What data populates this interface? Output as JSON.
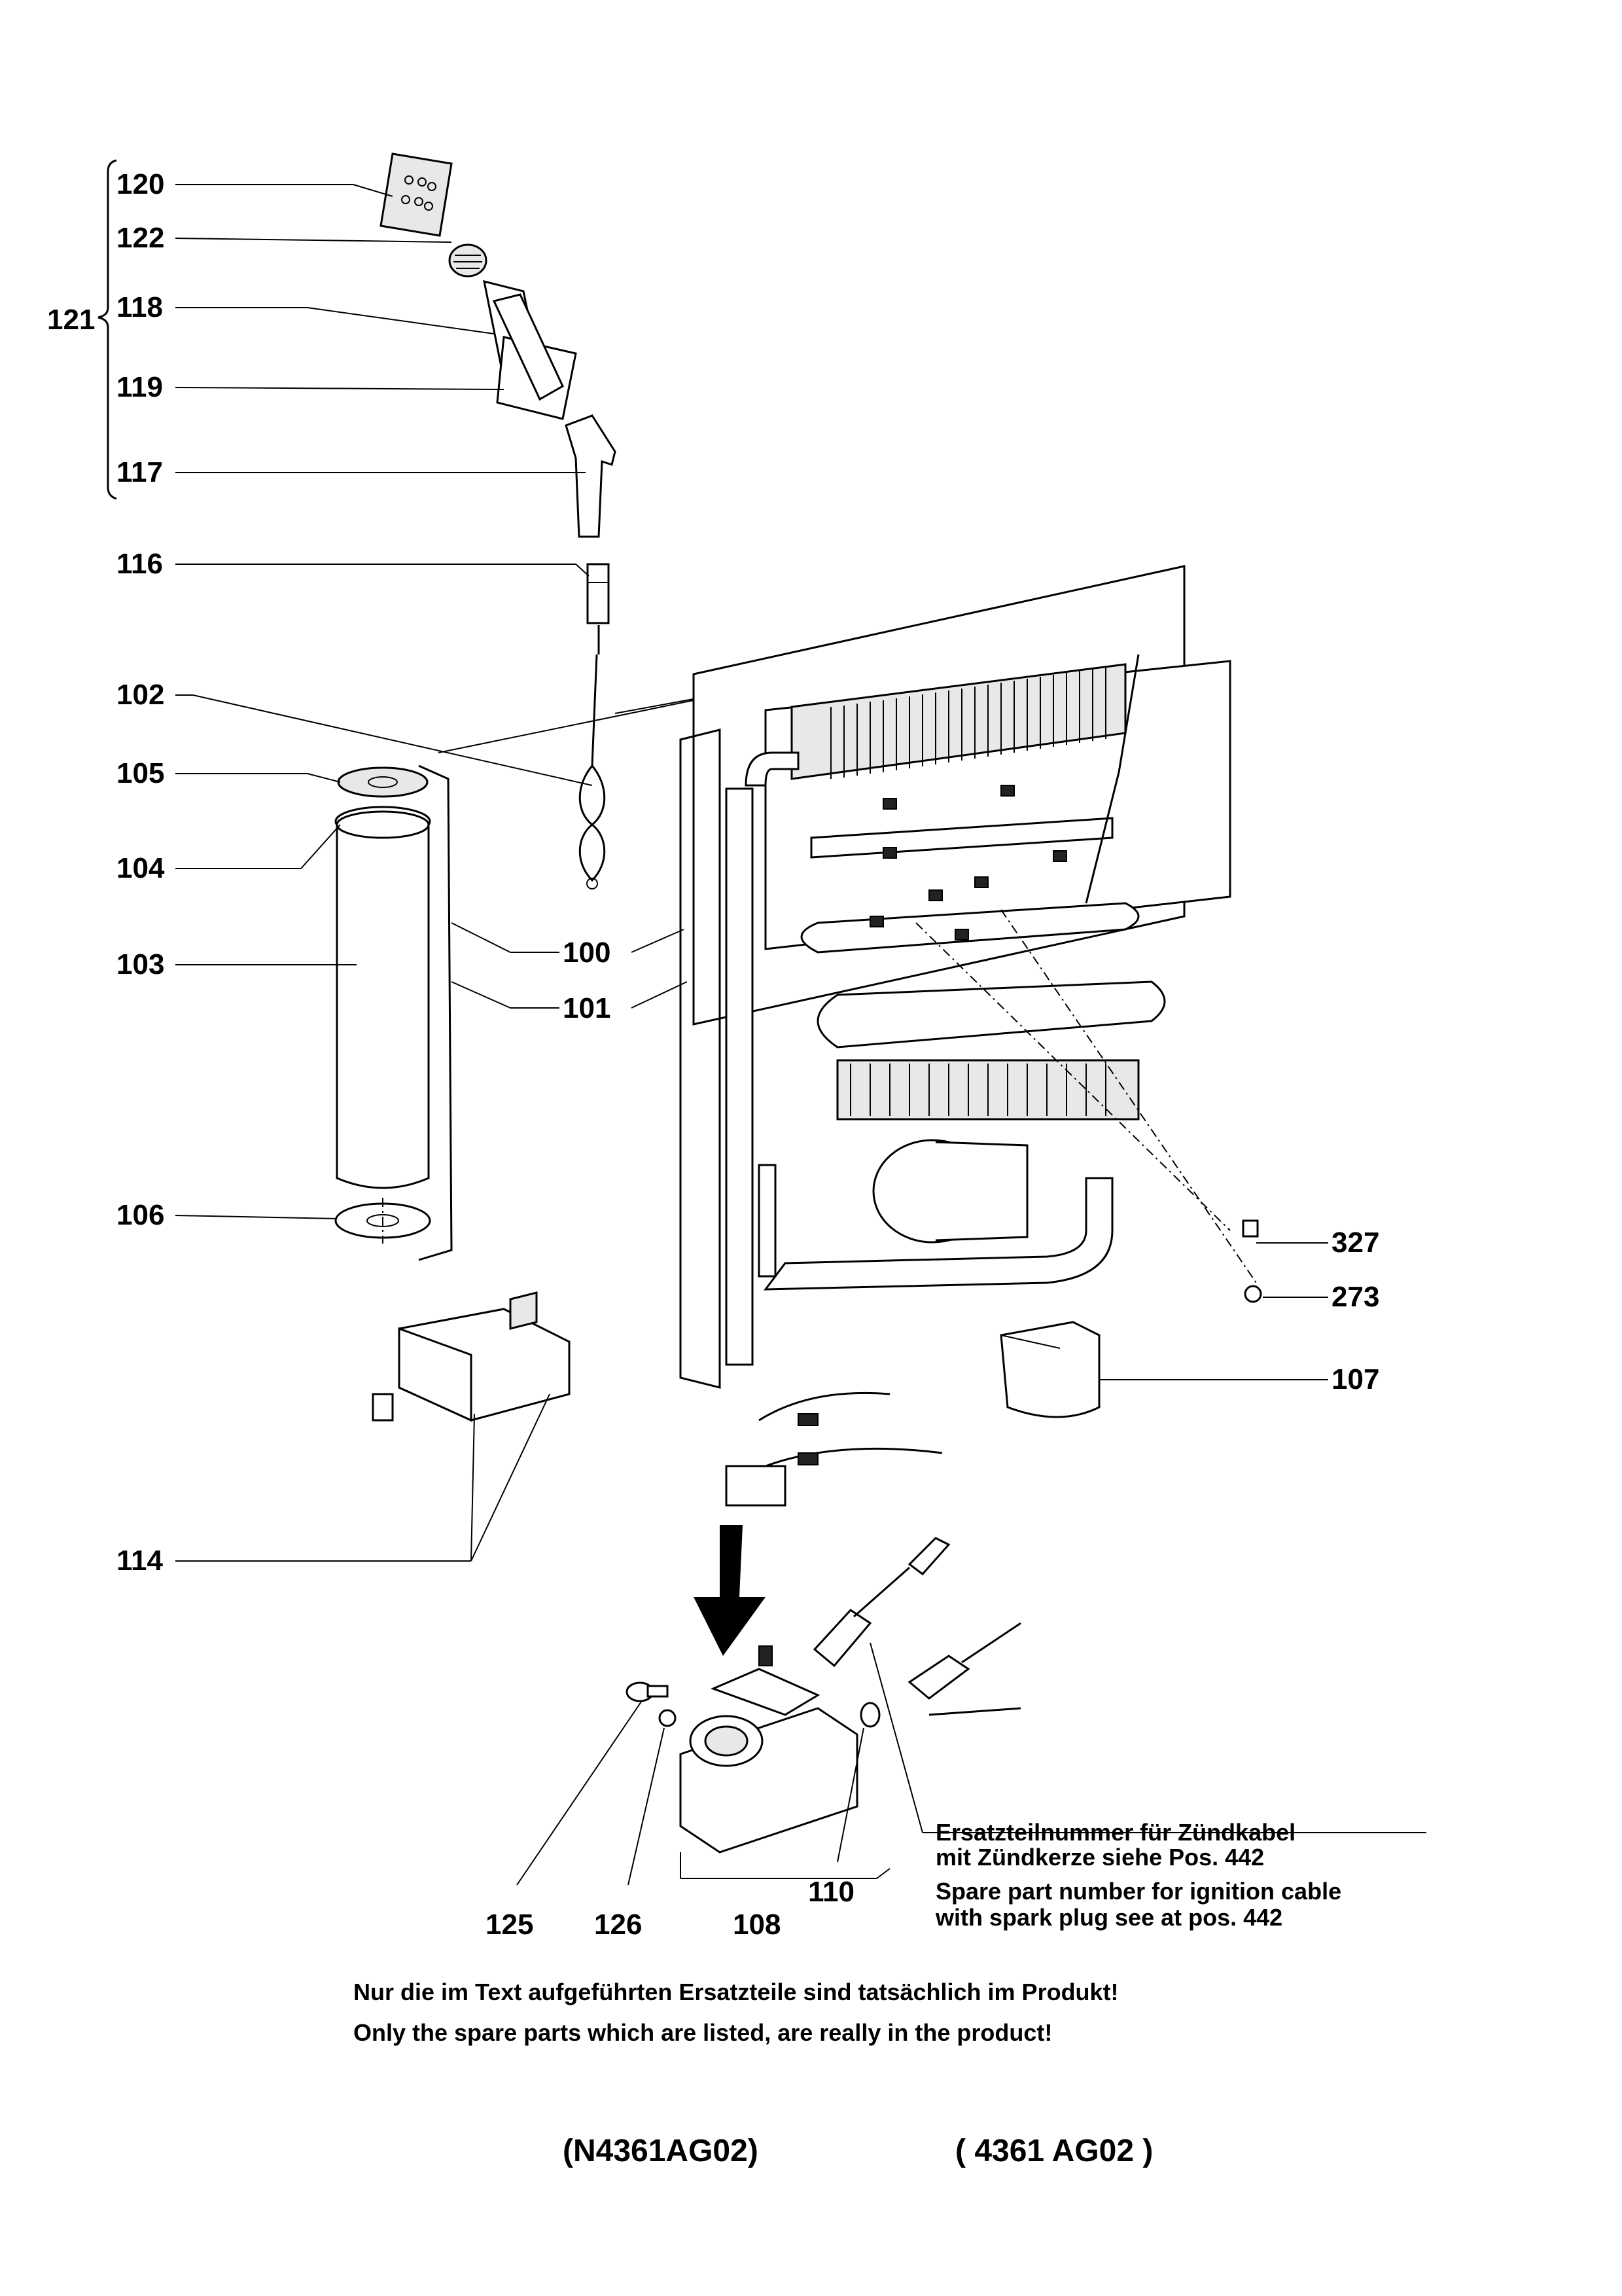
{
  "labels": {
    "p120": "120",
    "p122": "122",
    "p121": "121",
    "p118": "118",
    "p119": "119",
    "p117": "117",
    "p116": "116",
    "p102": "102",
    "p105": "105",
    "p104": "104",
    "p103": "103",
    "p100": "100",
    "p101": "101",
    "p106": "106",
    "p327": "327",
    "p273": "273",
    "p107": "107",
    "p114": "114",
    "p125": "125",
    "p126": "126",
    "p108": "108",
    "p110": "110"
  },
  "notes": {
    "de_line1": "Ersatzteilnummer für Zündkabel",
    "de_line2": "mit Zündkerze siehe Pos. 442",
    "en_line1": "Spare part number for ignition cable",
    "en_line2": "with spark plug see at pos. 442",
    "disclaimer_de": "Nur die im Text aufgeführten Ersatzteile sind tatsächlich im Produkt!",
    "disclaimer_en": "Only the spare parts which are listed, are really in the product!"
  },
  "footer": {
    "code_left": "(N4361AG02)",
    "code_right": "( 4361  AG02 )"
  }
}
